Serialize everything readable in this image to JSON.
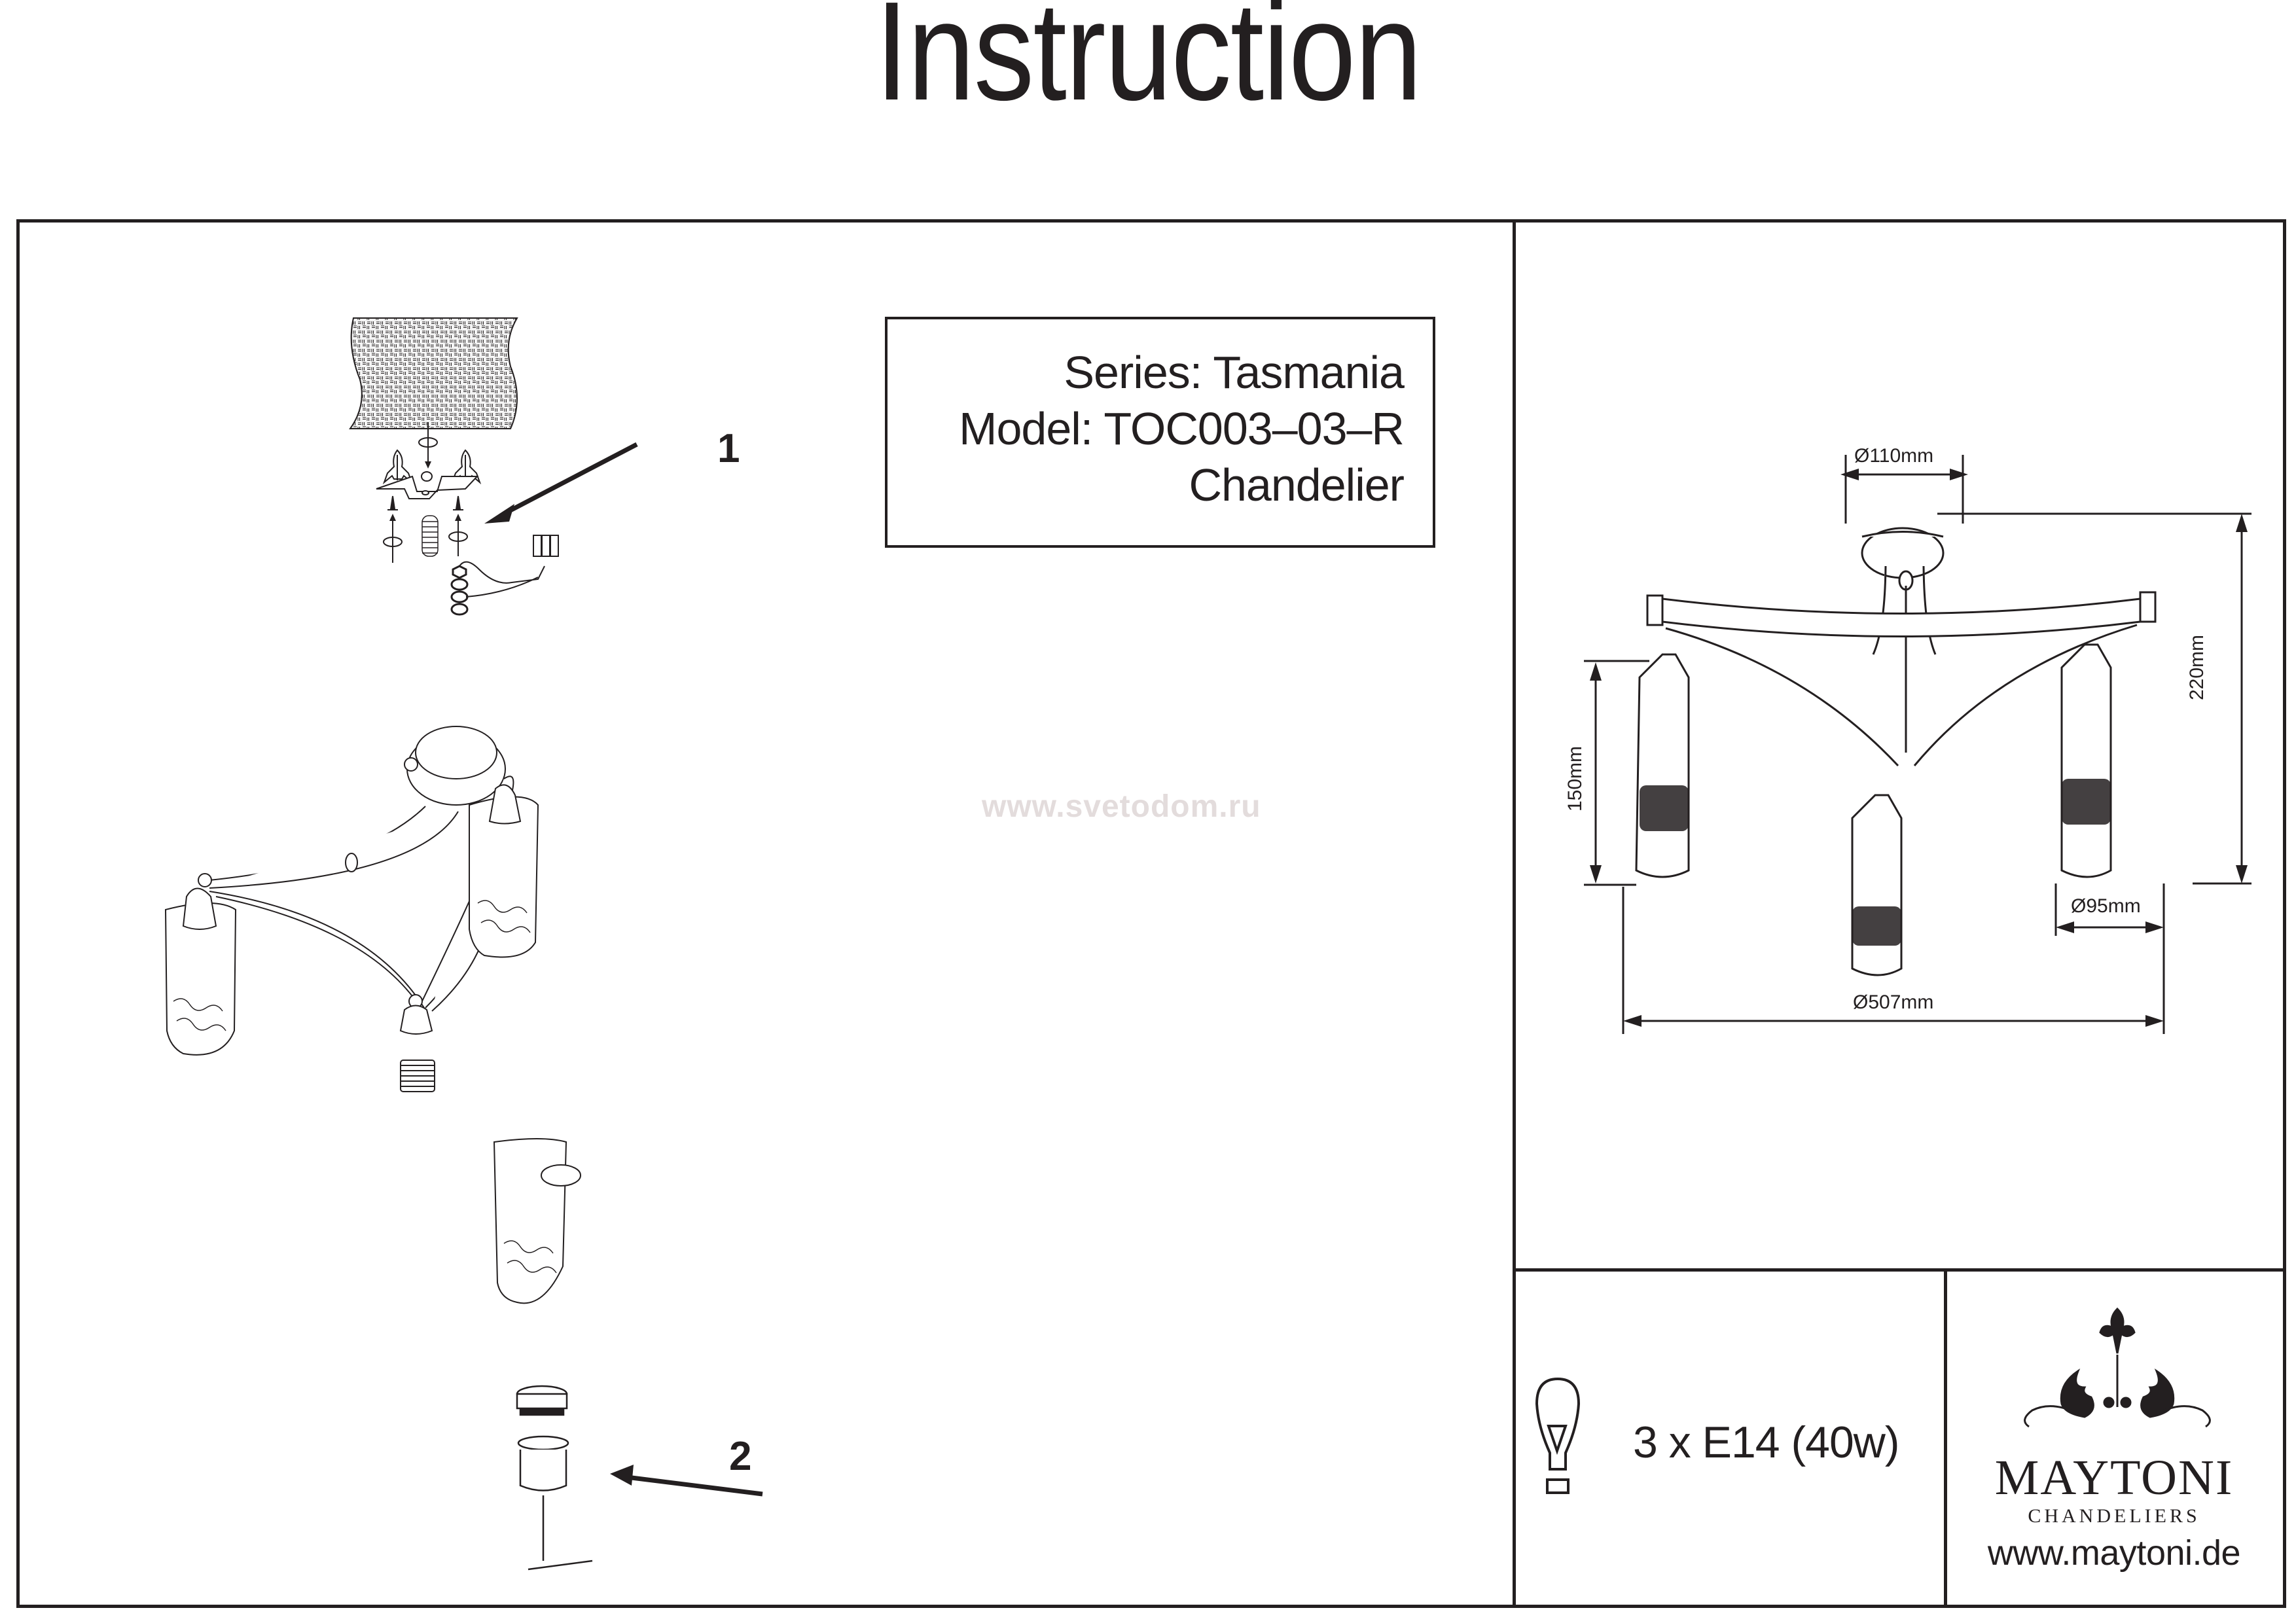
{
  "page": {
    "title": "Instruction"
  },
  "product_info": {
    "series": "Series: Tasmania",
    "model": "Model: TOC003–03–R",
    "type": "Chandelier"
  },
  "assembly": {
    "steps": [
      {
        "number": "1",
        "description_icon": "ceiling-mount-exploded-icon"
      },
      {
        "number": "2",
        "description_icon": "lamp-socket-exploded-icon"
      }
    ]
  },
  "watermark": "www.svetodom.ru",
  "dimensions": {
    "canopy_diameter": "Ø110mm",
    "total_height": "220mm",
    "shade_height": "150mm",
    "shade_diameter": "Ø95mm",
    "total_diameter": "Ø507mm"
  },
  "bulb": {
    "icon": "light-bulb-icon",
    "spec": "3 x E14 (40w)"
  },
  "brand": {
    "logo_icon": "maytoni-ornament-icon",
    "name": "MAYTONI",
    "subtitle": "CHANDELIERS",
    "url": "www.maytoni.de"
  },
  "colors": {
    "ink": "#231f20",
    "watermark": "#e3dcdc",
    "background": "#ffffff"
  }
}
